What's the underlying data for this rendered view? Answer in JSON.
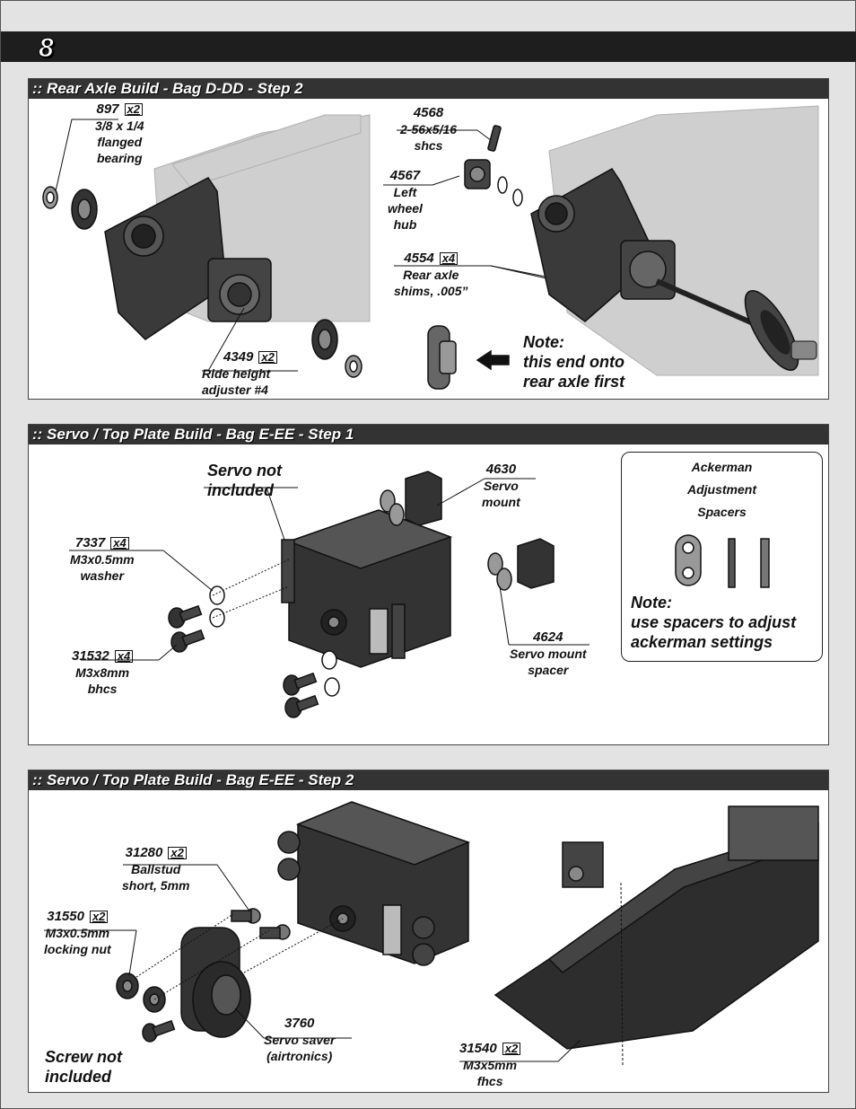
{
  "page": {
    "number": "8"
  },
  "step1": {
    "title": ":: Rear Axle Build - Bag D-DD - Step 2",
    "parts": {
      "p897": {
        "num": "897",
        "qty": "x2",
        "l1": "3/8 x 1/4",
        "l2": "flanged",
        "l3": "bearing"
      },
      "p4568": {
        "num": "4568",
        "l1": "2-56x5/16",
        "l2": "shcs"
      },
      "p4567": {
        "num": "4567",
        "l1": "Left",
        "l2": "wheel",
        "l3": "hub"
      },
      "p4554": {
        "num": "4554",
        "qty": "x4",
        "l1": "Rear axle",
        "l2": "shims, .005”"
      },
      "p4349": {
        "num": "4349",
        "qty": "x2",
        "l1": "Ride height",
        "l2": "adjuster #4"
      }
    },
    "note": {
      "l1": "Note:",
      "l2": "this end onto",
      "l3": "rear axle first"
    }
  },
  "step2": {
    "title": ":: Servo / Top Plate Build - Bag E-EE - Step 1",
    "servo_note": {
      "l1": "Servo not",
      "l2": "included"
    },
    "parts": {
      "p4630": {
        "num": "4630",
        "l1": "Servo",
        "l2": "mount"
      },
      "p7337": {
        "num": "7337",
        "qty": "x4",
        "l1": "M3x0.5mm",
        "l2": "washer"
      },
      "p31532": {
        "num": "31532",
        "qty": "x4",
        "l1": "M3x8mm",
        "l2": "bhcs"
      },
      "p4624": {
        "num": "4624",
        "l1": "Servo mount",
        "l2": "spacer"
      }
    },
    "ackerman": {
      "l1": "Ackerman",
      "l2": "Adjustment",
      "l3": "Spacers",
      "note1": "Note:",
      "note2": "use spacers to adjust",
      "note3": "ackerman settings"
    }
  },
  "step3": {
    "title": ":: Servo / Top Plate Build - Bag E-EE - Step 2",
    "parts": {
      "p31280": {
        "num": "31280",
        "qty": "x2",
        "l1": "Ballstud",
        "l2": "short, 5mm"
      },
      "p31550": {
        "num": "31550",
        "qty": "x2",
        "l1": "M3x0.5mm",
        "l2": "locking nut"
      },
      "p3760": {
        "num": "3760",
        "l1": "Servo saver",
        "l2": "(airtronics)"
      },
      "p31540": {
        "num": "31540",
        "qty": "x2",
        "l1": "M3x5mm",
        "l2": "fhcs"
      }
    },
    "screw_note": {
      "l1": "Screw not",
      "l2": "included"
    }
  }
}
